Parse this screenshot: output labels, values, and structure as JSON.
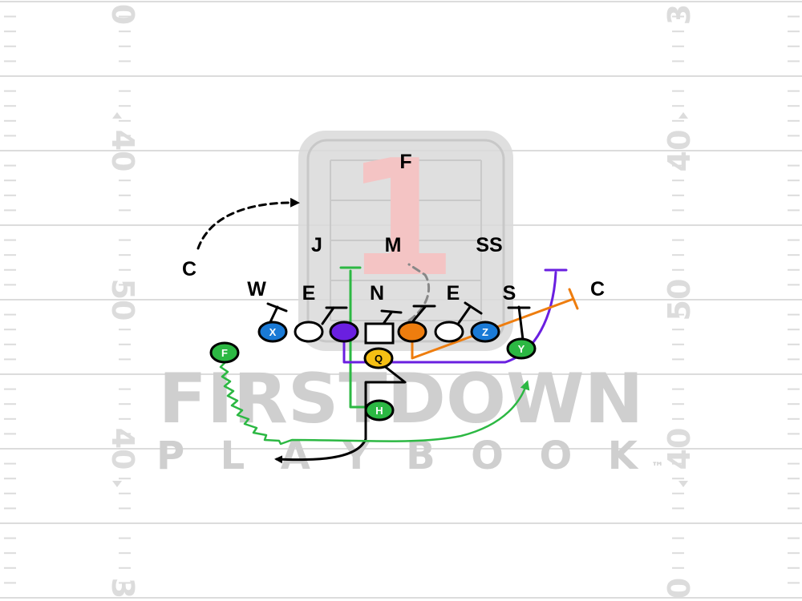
{
  "field": {
    "yard_numbers": {
      "left": [
        "0",
        "40",
        "50",
        "40",
        "3"
      ],
      "right": [
        "3",
        "40",
        "50",
        "40",
        "0"
      ]
    }
  },
  "watermark": {
    "logo_numeral": "1",
    "line1": "FIRSTDOWN",
    "line2": "PLAYBOOK",
    "trademark": "™"
  },
  "defense": {
    "free_safety": "F",
    "strong_safety": "SS",
    "linebacker_j": "J",
    "linebacker_m": "M",
    "corner_left": "C",
    "corner_right": "C",
    "will": "W",
    "end_left": "E",
    "nose": "N",
    "end_right": "E",
    "sam": "S"
  },
  "offense": {
    "x": "X",
    "z": "Z",
    "y": "Y",
    "q": "Q",
    "h": "H",
    "f": "F"
  },
  "colors": {
    "green": "#2cb843",
    "purple": "#6a1fe0",
    "orange": "#ee7d0e",
    "blue": "#1a7ad6",
    "yellow": "#f5bf14",
    "black": "#000000",
    "gray_route": "#888888",
    "logo_red": "#f4c4c4"
  }
}
